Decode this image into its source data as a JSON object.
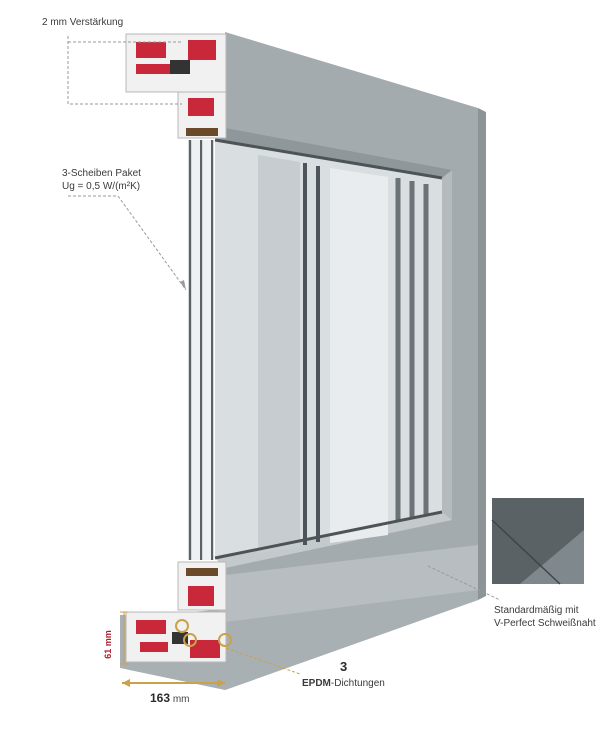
{
  "labels": {
    "reinforcement": "2 mm Verstärkung",
    "glass_line1": "3-Scheiben Paket",
    "glass_line2": "Ug = 0,5 W/(m²K)",
    "weld_line1": "Standardmäßig mit",
    "weld_line2": "V-Perfect Schweißnaht",
    "seals_count": "3",
    "seals_bold": "EPDM",
    "seals_rest": "-Dichtungen",
    "height_dim": "61 mm",
    "width_num": "163",
    "width_unit": "mm"
  },
  "colors": {
    "frame": "#a4abaf",
    "frame_light": "#b9bfc2",
    "frame_dark": "#7f878b",
    "profile_white": "#f1f1f1",
    "reinforcement_red": "#c8283a",
    "accent_gold": "#c9a24a",
    "glass": "#d7dcdf",
    "dash": "#9a9a9a"
  }
}
